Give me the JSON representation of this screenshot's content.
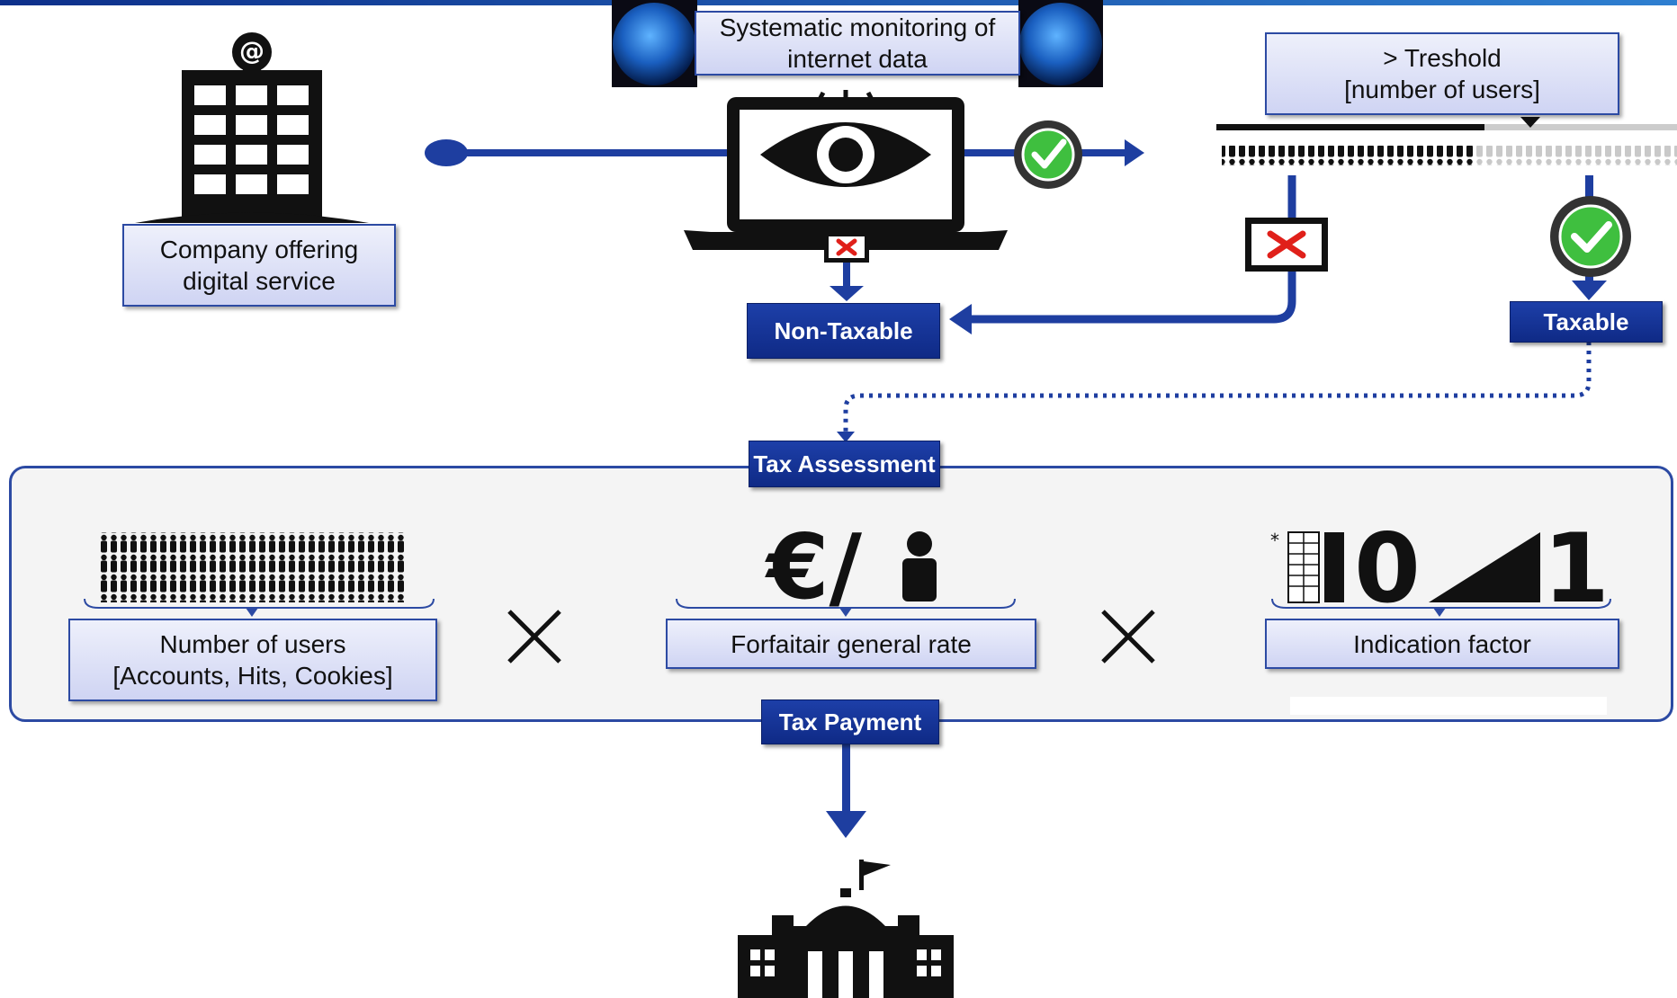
{
  "labels": {
    "company": [
      "Company offering",
      "digital service"
    ],
    "monitoring": [
      "Systematic monitoring of",
      "internet data"
    ],
    "threshold": [
      "> Treshold",
      "[number of users]"
    ],
    "non_taxable": "Non-Taxable",
    "taxable": "Taxable",
    "tax_assessment": "Tax Assessment",
    "number_of_users": [
      "Number of users",
      "[Accounts, Hits, Cookies]"
    ],
    "rate": "Forfaitair general rate",
    "indication": "Indication factor",
    "tax_payment": "Tax Payment"
  },
  "symbols": {
    "euro_per_person": "€/",
    "factor_zero": "0",
    "factor_one": "1",
    "star": "*",
    "at_sign": "@"
  },
  "icons": [
    "office-building-icon",
    "globe-icon",
    "laptop-eye-icon",
    "checkmark-icon",
    "cross-icon",
    "people-icon",
    "multiply-icon",
    "table-icon",
    "ramp-icon",
    "government-building-icon"
  ],
  "colors": {
    "primary_blue": "#1e3ea0",
    "box_fill": "#dfe3f8",
    "check_green": "#3fbf3f",
    "cross_red": "#e0201a"
  }
}
